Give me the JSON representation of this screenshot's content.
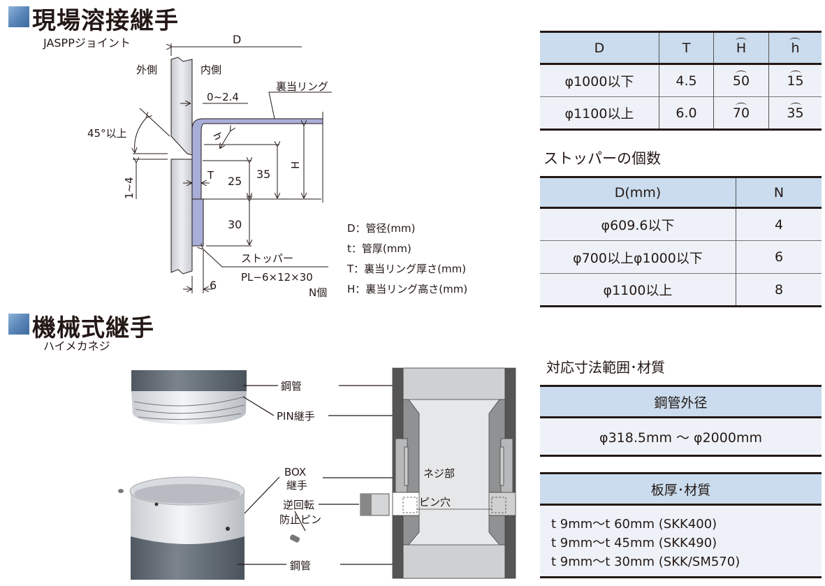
{
  "section1": {
    "title": "現場溶接継手",
    "subtitle": "JASPPジョイント",
    "diagram": {
      "D": "D",
      "outside": "外側",
      "inside": "内側",
      "gap": "0~2.4",
      "ring": "裏当リング",
      "angle": "45°以上",
      "root": "1~4",
      "T": "T",
      "h": "h",
      "H": "H",
      "d25": "25",
      "d35": "35",
      "d30": "30",
      "d6": "6",
      "stopper": "ストッパー",
      "stopper_spec": "PL−6×12×30",
      "stopper_count": "N個"
    },
    "legend": [
      "D：管径(mm)",
      "t：管厚(mm)",
      "T：裏当リング厚さ(mm)",
      "H：裏当リング高さ(mm)"
    ],
    "ring_table": {
      "headers": [
        "D",
        "T",
        "H",
        "h"
      ],
      "rows": [
        [
          "φ1000以下",
          "4.5",
          "50",
          "15"
        ],
        [
          "φ1100以上",
          "6.0",
          "70",
          "35"
        ]
      ]
    },
    "stopper_heading": "ストッパーの個数",
    "stopper_table": {
      "headers": [
        "D(mm)",
        "N"
      ],
      "rows": [
        [
          "φ609.6以下",
          "4"
        ],
        [
          "φ700以上φ1000以下",
          "6"
        ],
        [
          "φ1100以上",
          "8"
        ]
      ]
    }
  },
  "section2": {
    "title": "機械式継手",
    "subtitle": "ハイメカネジ",
    "labels": {
      "pipe_top": "鋼管",
      "pin": "PIN継手",
      "box1": "BOX",
      "box2": "継手",
      "antirot1": "逆回転",
      "antirot2": "防止ピン",
      "pipe_bottom": "鋼管",
      "thread": "ネジ部",
      "pin_hole": "ピン穴"
    },
    "range_heading": "対応寸法範囲･材質",
    "od_table": {
      "header": "鋼管外径",
      "value": "φ318.5mm 〜 φ2000mm"
    },
    "material_table": {
      "header": "板厚･材質",
      "rows": [
        "t 9mm〜t 60mm (SKK400)",
        "t 9mm〜t 45mm (SKK490)",
        "t 9mm〜t 30mm (SKK/SM570)"
      ]
    }
  },
  "colors": {
    "header_bg": "#cadced",
    "row_bg": "#eef2f8",
    "ring": "#a9aed8",
    "accent": "#5a86b8"
  }
}
